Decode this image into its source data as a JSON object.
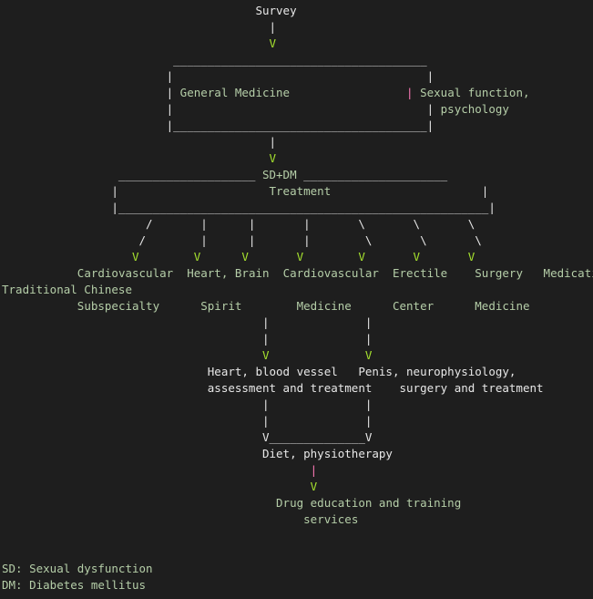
{
  "colors": {
    "background": "#1e1e1e",
    "white": "#e8e8e8",
    "green": "#b5cea8",
    "lime": "#a6e22e",
    "pink": "#ff7ab8"
  },
  "lines": [
    [
      {
        "t": "                                     Survey",
        "c": "white"
      }
    ],
    [
      {
        "t": "                                       |",
        "c": "white"
      }
    ],
    [
      {
        "t": "                                       V",
        "c": "lime"
      }
    ],
    [
      {
        "t": "                         _____________________________________",
        "c": "white"
      }
    ],
    [
      {
        "t": "                        |                                     |",
        "c": "white"
      }
    ],
    [
      {
        "t": "                        | ",
        "c": "white"
      },
      {
        "t": "General Medicine",
        "c": "green"
      },
      {
        "t": "                 ",
        "c": "white"
      },
      {
        "t": "|",
        "c": "pink"
      },
      {
        "t": " ",
        "c": "white"
      },
      {
        "t": "Sexual function,",
        "c": "green"
      }
    ],
    [
      {
        "t": "                        |                                     | ",
        "c": "white"
      },
      {
        "t": "psychology",
        "c": "green"
      }
    ],
    [
      {
        "t": "                        |_____________________________________|",
        "c": "white"
      }
    ],
    [
      {
        "t": "                                       |",
        "c": "white"
      }
    ],
    [
      {
        "t": "                                       V",
        "c": "lime"
      }
    ],
    [
      {
        "t": "                 ____________________ ",
        "c": "white"
      },
      {
        "t": "SD+DM",
        "c": "green"
      },
      {
        "t": " _____________________",
        "c": "white"
      }
    ],
    [
      {
        "t": "                |                      ",
        "c": "white"
      },
      {
        "t": "Treatment",
        "c": "green"
      },
      {
        "t": "                      |",
        "c": "white"
      }
    ],
    [
      {
        "t": "                |______________________________________________________|",
        "c": "white"
      }
    ],
    [
      {
        "t": "                     /       |      |       |       \\       \\       \\",
        "c": "white"
      }
    ],
    [
      {
        "t": "                    /        |      |       |        \\       \\       \\",
        "c": "white"
      }
    ],
    [
      {
        "t": "                   V        V      V       V        V       V       V",
        "c": "lime"
      }
    ],
    [
      {
        "t": "           ",
        "c": "white"
      },
      {
        "t": "Cardiovascular  Heart, Brain  Cardiovascular  Erectile    Surgery   Medication",
        "c": "green"
      }
    ],
    [
      {
        "t": "Traditional Chinese",
        "c": "green"
      }
    ],
    [
      {
        "t": "           ",
        "c": "white"
      },
      {
        "t": "Subspecialty      Spirit        Medicine      Center      Medicine",
        "c": "green"
      }
    ],
    [
      {
        "t": "                                      |              |",
        "c": "white"
      }
    ],
    [
      {
        "t": "                                      |              |",
        "c": "white"
      }
    ],
    [
      {
        "t": "                                      V              V",
        "c": "lime"
      }
    ],
    [
      {
        "t": "                              Heart, blood vessel   Penis, neurophysiology,",
        "c": "white"
      }
    ],
    [
      {
        "t": "                              assessment and treatment    surgery and treatment",
        "c": "white"
      }
    ],
    [
      {
        "t": "                                      |              |",
        "c": "white"
      }
    ],
    [
      {
        "t": "                                      |              |",
        "c": "white"
      }
    ],
    [
      {
        "t": "                                      V______________V",
        "c": "white"
      }
    ],
    [
      {
        "t": "                                      Diet, physiotherapy",
        "c": "white"
      }
    ],
    [
      {
        "t": "                                             ",
        "c": "white"
      },
      {
        "t": "|",
        "c": "pink"
      }
    ],
    [
      {
        "t": "                                             V",
        "c": "lime"
      }
    ],
    [
      {
        "t": "                                        ",
        "c": "white"
      },
      {
        "t": "Drug education and training",
        "c": "green"
      }
    ],
    [
      {
        "t": "                                            ",
        "c": "white"
      },
      {
        "t": "services",
        "c": "green"
      }
    ],
    [
      {
        "t": "",
        "c": "white"
      }
    ],
    [
      {
        "t": "",
        "c": "white"
      }
    ],
    [
      {
        "t": "SD: Sexual dysfunction",
        "c": "green"
      }
    ],
    [
      {
        "t": "DM: Diabetes mellitus",
        "c": "green"
      }
    ]
  ]
}
